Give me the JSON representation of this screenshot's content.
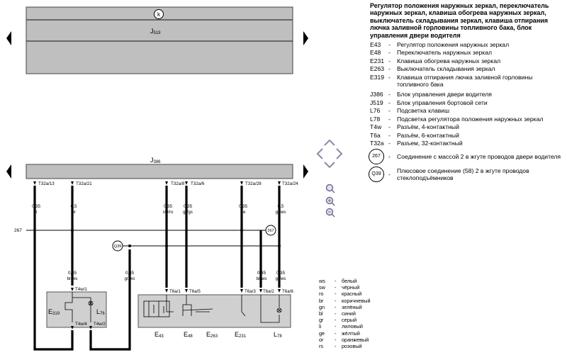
{
  "unit_top": {
    "name": "J",
    "sub": "519",
    "ground_symbol": "k"
  },
  "unit_main": {
    "name": "J",
    "sub": "386"
  },
  "line_267_label": "267",
  "pins": [
    {
      "pin": "T32a/13",
      "gauge": "0,35",
      "color": "li"
    },
    {
      "pin": "T32a/21",
      "gauge": "0,5",
      "color": "br"
    },
    {
      "pin": "T32a/8",
      "gauge": "0,35",
      "color": "sw/ro"
    },
    {
      "pin": "T32a/6",
      "gauge": "0,35",
      "color": "gr/gs"
    },
    {
      "pin": "T32a/28",
      "gauge": "0,35",
      "color": "ge"
    },
    {
      "pin": "T32a/24",
      "gauge": "0,5",
      "color": "gr/ws"
    }
  ],
  "lower_wires": [
    {
      "gauge": "0,35",
      "color": "br/ws"
    },
    {
      "gauge": "0,35",
      "color": "gr/ws"
    },
    {
      "gauge": "0,35",
      "color": "br/ws"
    },
    {
      "gauge": "0,35",
      "color": "gr/ws"
    }
  ],
  "node_q39": "Q39",
  "node_267": "267",
  "box_left": {
    "pin_top": "T4w/1",
    "pin_bl": "T4w/4",
    "pin_br": "T4w/2",
    "label_e": "E",
    "label_e_sub": "319",
    "label_l": "L",
    "label_l_sub": "76"
  },
  "box_right": {
    "pins": [
      "T6a/1",
      "T6a/5",
      "T6a/3",
      "T6a/2",
      "T6a/6"
    ],
    "labels": [
      {
        "main": "E",
        "sub": "43"
      },
      {
        "main": "E",
        "sub": "48"
      },
      {
        "main": "E",
        "sub": "263"
      },
      {
        "main": "E",
        "sub": "231"
      },
      {
        "main": "L",
        "sub": "78"
      }
    ]
  },
  "legend": {
    "title": "Регулятор положения наружных зеркал, переключатель наружных зеркал, клавиша обогрева наружных зеркал, выключатель складывания зеркал, клавиша отпирания лючка заливной горловины топливного бака, блок управления двери водителя",
    "items": [
      {
        "code": "E43",
        "desc": "Регулятор положения наружных зеркал"
      },
      {
        "code": "E48",
        "desc": "Переключатель наружных зеркал"
      },
      {
        "code": "E231",
        "desc": "Клавиша обогрева наружных зеркал"
      },
      {
        "code": "E263",
        "desc": "Выключатель складывания зеркал"
      },
      {
        "code": "E319",
        "desc": "Клавиша отпирания лючка заливной горловины топливного бака"
      },
      {
        "code": "J386",
        "desc": "Блок управления двери водителя"
      },
      {
        "code": "J519",
        "desc": "Блок управления бортовой сети"
      },
      {
        "code": "L76",
        "desc": "Подсветка клавиш"
      },
      {
        "code": "L78",
        "desc": "Подсветка регулятора положения наружных зеркал"
      },
      {
        "code": "T4w",
        "desc": "Разъём, 4-контактный"
      },
      {
        "code": "T6a",
        "desc": "Разъём, 6-контактный"
      },
      {
        "code": "T32a",
        "desc": "Разъем, 32-контактный"
      }
    ],
    "circles": [
      {
        "code": "267",
        "desc": "Соединение с массой 2 в жгуте проводов двери водителя"
      },
      {
        "code": "Q39",
        "desc": "Плюсовое соединение (58) 2 в жгуте проводов стеклоподъёмников"
      }
    ]
  },
  "colors": [
    {
      "code": "ws",
      "name": "белый"
    },
    {
      "code": "sw",
      "name": "чёрный"
    },
    {
      "code": "ro",
      "name": "красный"
    },
    {
      "code": "br",
      "name": "коричневый"
    },
    {
      "code": "gn",
      "name": "зелёный"
    },
    {
      "code": "bl",
      "name": "синий"
    },
    {
      "code": "gr",
      "name": "серый"
    },
    {
      "code": "li",
      "name": "лиловый"
    },
    {
      "code": "ge",
      "name": "жёлтый"
    },
    {
      "code": "or",
      "name": "оранжевый"
    },
    {
      "code": "rs",
      "name": "розовый"
    }
  ]
}
